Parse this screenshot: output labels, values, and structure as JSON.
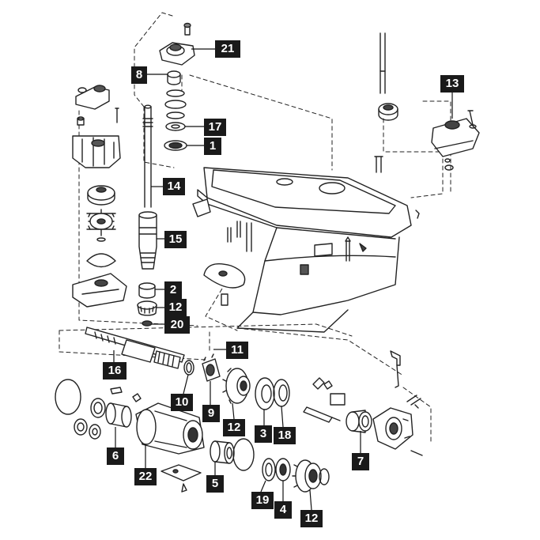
{
  "diagram": {
    "callouts": [
      {
        "id": "c21",
        "label": "21"
      },
      {
        "id": "c8",
        "label": "8"
      },
      {
        "id": "c13",
        "label": "13"
      },
      {
        "id": "c17",
        "label": "17"
      },
      {
        "id": "c1",
        "label": "1"
      },
      {
        "id": "c14",
        "label": "14"
      },
      {
        "id": "c15",
        "label": "15"
      },
      {
        "id": "c2",
        "label": "2"
      },
      {
        "id": "c12a",
        "label": "12"
      },
      {
        "id": "c20",
        "label": "20"
      },
      {
        "id": "c11",
        "label": "11"
      },
      {
        "id": "c16",
        "label": "16"
      },
      {
        "id": "c10",
        "label": "10"
      },
      {
        "id": "c9",
        "label": "9"
      },
      {
        "id": "c12b",
        "label": "12"
      },
      {
        "id": "c3",
        "label": "3"
      },
      {
        "id": "c18",
        "label": "18"
      },
      {
        "id": "c6",
        "label": "6"
      },
      {
        "id": "c22",
        "label": "22"
      },
      {
        "id": "c5",
        "label": "5"
      },
      {
        "id": "c7",
        "label": "7"
      },
      {
        "id": "c19",
        "label": "19"
      },
      {
        "id": "c4",
        "label": "4"
      },
      {
        "id": "c12c",
        "label": "12"
      }
    ]
  }
}
